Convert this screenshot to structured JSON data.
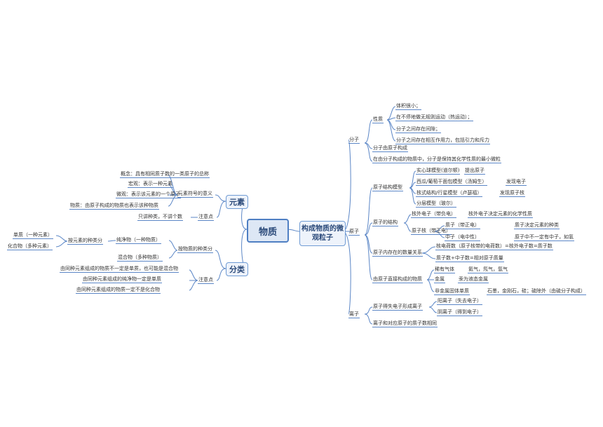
{
  "root": "物质",
  "right_main": "构成物质的微观粒子",
  "left": {
    "yuansu": "元素",
    "fenlei": "分类",
    "gainian": "概念：具有相同质子数的一类原子的总称",
    "yuansu_fuhao": "元素符号的意义",
    "hongguan": "宏观：表示一种元素",
    "weiguan": "微观：表示该元素的一个原子",
    "wuzhi_yuansu": "物质：由原子构成的物质也表示该种物质",
    "zhuyidian": "注意点",
    "zhijiang": "只讲种类，不讲个数",
    "an_fenlei": "按物质的种类分",
    "chunjingwu": "纯净物（一种物质）",
    "hunhewu": "混合物（多种物质）",
    "an_yuansu": "按元素的种类分",
    "danzhi": "单质（一种元素）",
    "huahewu": "化合物（多种元素）",
    "fl_zhuyi": "注意点",
    "zy1": "由同种元素组成的物质不一定是单质，也可能是混合物",
    "zy2": "由同种元素组成的纯净物一定是单质",
    "zy3": "由同种元素组成的物质一定不是化合物"
  },
  "fenzi": {
    "label": "分子",
    "xingzhi": "性质",
    "p1": "体积很小；",
    "p2": "在不停地做无规则运动（热运动）；",
    "p3": "分子之间存在间隙；",
    "p4": "分子之间存在相互作用力，包括引力和斥力",
    "youyuanzi": "分子由原子构成",
    "zuixiao": "在由分子构成的物质中，分子是保持其化学性质的最小微粒"
  },
  "yuanzi": {
    "label": "原子",
    "moxing": "原子结构模型",
    "m1": "实心球模型(道尔顿)",
    "m1r": "提出原子",
    "m2": "西瓜/葡萄干面包模型（汤姆生）",
    "m2r": "发现电子",
    "m3": "核式结构/行星模型（卢瑟福）",
    "m3r": "发现原子核",
    "m4": "分层模型（玻尔）",
    "jiegou": "原子的结构",
    "hewai": "核外电子（带负电）",
    "hewai_r": "核外电子决定元素的化学性质",
    "yuanzihe": "原子核（带正电）",
    "zhizi": "质子（带正电）",
    "zhizi_r": "质子决定元素的种类",
    "zhongzi": "中子（电中性）",
    "zhongzi_r": "原子中不一定有中子，如氢",
    "shuliang": "原子内存在的数量关系",
    "q1": "核电荷数（原子核带的电荷数）=核外电子数=质子数",
    "q2": "质子数+中子数=相对原子质量",
    "zhijie": "由原子直接构成的物质",
    "xiyou": "稀有气体",
    "xiyou_r": "氦气，氖气，氩气",
    "jinshu": "金属",
    "jinshu_r": "汞为液态金属",
    "feijinshu": "非金属固体单质",
    "feijinshu_r": "石墨，金刚石，硅；硫除外（由硫分子构成）"
  },
  "lizi": {
    "label": "离子",
    "desi": "原子得失电子形成离子",
    "yang": "阳离子（失去电子）",
    "yin": "阴离子（得到电子）",
    "xiangtong": "离子和对应原子的质子数相同"
  },
  "colors": {
    "line": "#5b86c6",
    "node_border": "#6f9bd4",
    "node_fill": "#eef3fb"
  }
}
